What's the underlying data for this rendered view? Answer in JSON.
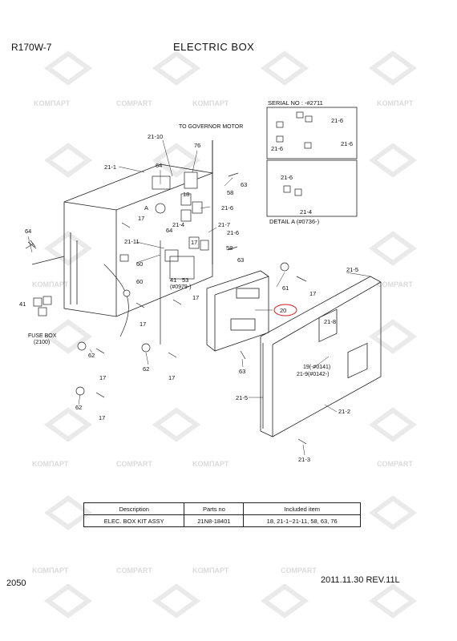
{
  "header": {
    "model": "R170W-7",
    "title": "ELECTRIC BOX"
  },
  "footer": {
    "page_number": "2050",
    "date_rev": "2011.11.30  REV.11L"
  },
  "watermark": {
    "brand_a": "KOMПАРТ",
    "brand_b": "COMPART"
  },
  "diagram": {
    "serial_box": {
      "title": "SERIAL NO : -#2711",
      "labels": [
        "21-6",
        "21-6",
        "21-6"
      ]
    },
    "detail_box": {
      "title": "DETAIL  A (#0736-)",
      "labels": [
        "21-6",
        "21-4"
      ]
    },
    "callouts": {
      "governor": "TO GOVERNOR MOTOR",
      "c21_10": "21-10",
      "c76": "76",
      "c21_1": "21-1",
      "c64a": "64",
      "c63a": "63",
      "c58a": "58",
      "c18": "18",
      "cA": "A",
      "c21_6a": "21-6",
      "c17a": "17",
      "c21_7": "21-7",
      "c21_6b": "21-6",
      "c64b": "64",
      "c21_4": "21-4",
      "c64c": "64",
      "c21_11": "21-11",
      "c17b": "17",
      "c58b": "58",
      "c63b": "63",
      "c60a": "60",
      "c60b": "60",
      "c41a": "41",
      "c53": "53",
      "c0979": "(#0979-)",
      "c61": "61",
      "c17c": "17",
      "c21_5a": "21-5",
      "c41b": "41",
      "c17d": "17",
      "c17e": "17",
      "c20": "20",
      "c21_8": "21-8",
      "fusebox": "FUSE BOX",
      "fusebox2": "(2100)",
      "c62a": "62",
      "c62b": "62",
      "c17f": "17",
      "c63c": "63",
      "c19": "19(-#0141)",
      "c21_9": "21-9(#0142-)",
      "c17g": "17",
      "c21_5b": "21-5",
      "c21_2": "21-2",
      "c62c": "62",
      "c17h": "17",
      "c21_3": "21-3"
    }
  },
  "table": {
    "headers": [
      "Description",
      "Parts no",
      "Included item"
    ],
    "rows": [
      [
        "ELEC. BOX KIT ASSY",
        "21N8-18401",
        "18, 21-1~21-11, 58, 63, 76"
      ]
    ]
  }
}
